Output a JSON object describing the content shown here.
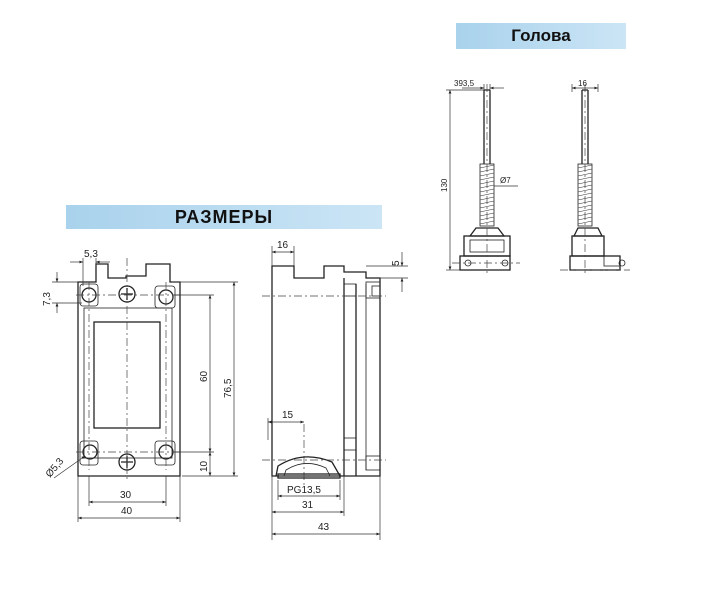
{
  "banners": {
    "dimensions": "РАЗМЕРЫ",
    "head": "Голова"
  },
  "front_view": {
    "dim_top_hole": "5,3",
    "dim_left_hole": "7,3",
    "dim_height_inner": "60",
    "dim_height_total": "76,5",
    "dim_bottom": "10",
    "dim_hole_diameter": "Ø5,3",
    "dim_width_inner": "30",
    "dim_width_total": "40"
  },
  "side_view": {
    "dim_top": "16",
    "dim_right": "5",
    "dim_mid": "15",
    "dim_thread": "PG13,5",
    "dim_width_inner": "31",
    "dim_width_total": "43"
  },
  "head_view_front": {
    "dim_top": "393,5",
    "dim_height": "130",
    "dim_diameter": "Ø7"
  },
  "head_view_side": {
    "dim_top": "16"
  }
}
